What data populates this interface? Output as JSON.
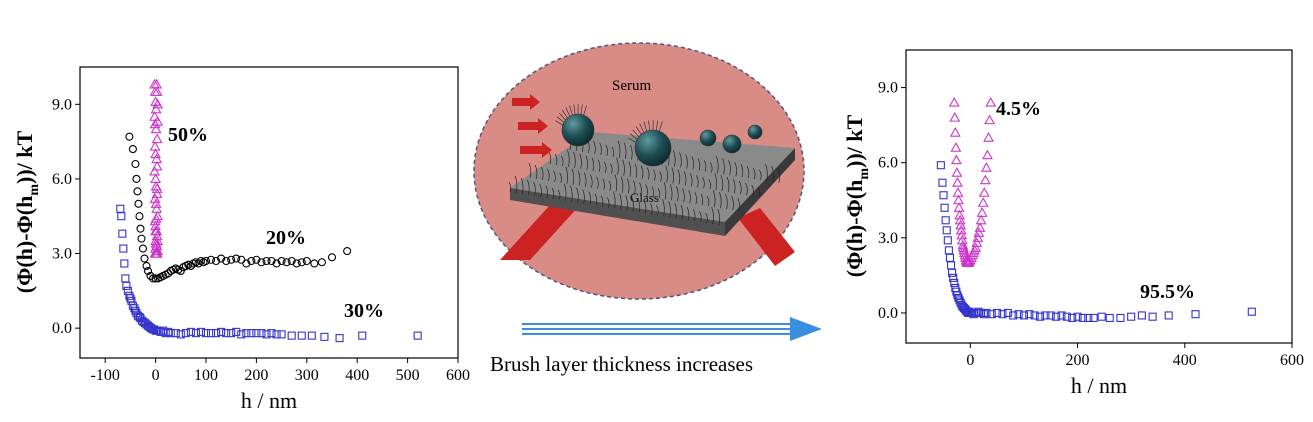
{
  "chart_data": [
    {
      "type": "scatter",
      "xlabel": "h / nm",
      "ylabel_parts": [
        "(Φ(h)-Φ(h",
        "m",
        "))/ kT"
      ],
      "xlim": [
        -150,
        600
      ],
      "ylim": [
        -1.2,
        10.5
      ],
      "xticks": [
        -100,
        0,
        100,
        200,
        300,
        400,
        500,
        600
      ],
      "xtick_labels": [
        "-100",
        "0",
        "100",
        "200",
        "300",
        "400",
        "500",
        "600"
      ],
      "yticks": [
        0,
        3,
        6,
        9
      ],
      "ytick_labels": [
        "0.0",
        "3.0",
        "6.0",
        "9.0"
      ],
      "grid": false,
      "series": [
        {
          "name": "50%",
          "marker": "triangle",
          "color": "#cc33cc",
          "x": [
            -2,
            -1,
            0,
            1,
            2,
            3,
            4,
            -2,
            -1,
            1,
            3,
            4,
            -1,
            0,
            2,
            3,
            -2,
            0,
            1,
            3,
            -1,
            1,
            2,
            4,
            -1,
            0,
            2,
            3,
            0,
            1,
            2,
            3,
            -1,
            1,
            3,
            4,
            0,
            2,
            4,
            0,
            1,
            3
          ],
          "y": [
            9.8,
            9.5,
            9.1,
            8.8,
            9.8,
            9.5,
            9.0,
            8.5,
            8.2,
            8.0,
            7.6,
            8.3,
            7.3,
            7.0,
            6.8,
            6.5,
            6.3,
            6.0,
            5.7,
            5.4,
            5.2,
            5.0,
            4.8,
            4.5,
            4.3,
            4.1,
            3.9,
            3.7,
            3.5,
            3.4,
            3.3,
            3.1,
            3.0,
            3.0,
            3.0,
            3.1,
            3.2,
            3.3,
            3.5,
            3.9,
            4.4,
            5.6
          ]
        },
        {
          "name": "20%",
          "marker": "circle",
          "color": "#000000",
          "x": [
            -52,
            -45,
            -40,
            -38,
            -36,
            -34,
            -32,
            -30,
            -28,
            -25,
            -22,
            -18,
            -15,
            -10,
            -5,
            0,
            5,
            10,
            15,
            20,
            25,
            30,
            35,
            40,
            45,
            50,
            55,
            60,
            65,
            70,
            75,
            80,
            85,
            90,
            95,
            100,
            110,
            120,
            130,
            140,
            150,
            160,
            170,
            180,
            190,
            200,
            210,
            220,
            230,
            240,
            250,
            260,
            270,
            280,
            290,
            300,
            315,
            330,
            350,
            380
          ],
          "y": [
            7.7,
            7.2,
            6.6,
            6.0,
            5.5,
            5.0,
            4.5,
            4.0,
            3.6,
            3.2,
            2.8,
            2.5,
            2.3,
            2.1,
            2.0,
            2.0,
            2.0,
            2.05,
            2.1,
            2.15,
            2.2,
            2.3,
            2.35,
            2.4,
            2.35,
            2.3,
            2.45,
            2.5,
            2.55,
            2.5,
            2.6,
            2.65,
            2.6,
            2.7,
            2.65,
            2.7,
            2.75,
            2.7,
            2.8,
            2.7,
            2.75,
            2.8,
            2.75,
            2.6,
            2.7,
            2.75,
            2.65,
            2.7,
            2.7,
            2.6,
            2.7,
            2.65,
            2.7,
            2.6,
            2.65,
            2.7,
            2.6,
            2.65,
            2.85,
            3.1
          ]
        },
        {
          "name": "30%",
          "marker": "square",
          "color": "#3333cc",
          "x": [
            -70,
            -68,
            -66,
            -64,
            -62,
            -60,
            -58,
            -55,
            -52,
            -50,
            -48,
            -45,
            -42,
            -40,
            -38,
            -35,
            -32,
            -30,
            -27,
            -24,
            -21,
            -18,
            -15,
            -12,
            -9,
            -6,
            -3,
            0,
            3,
            6,
            10,
            15,
            20,
            25,
            30,
            40,
            50,
            60,
            70,
            80,
            90,
            100,
            110,
            120,
            130,
            140,
            150,
            160,
            170,
            180,
            190,
            200,
            210,
            220,
            230,
            240,
            250,
            270,
            290,
            310,
            335,
            365,
            410,
            520
          ],
          "y": [
            4.8,
            4.5,
            3.8,
            3.2,
            2.6,
            2.0,
            1.7,
            1.5,
            1.3,
            1.2,
            1.1,
            0.9,
            0.8,
            0.7,
            0.6,
            0.5,
            0.45,
            0.4,
            0.3,
            0.25,
            0.2,
            0.15,
            0.1,
            0.05,
            0.0,
            -0.05,
            -0.05,
            -0.1,
            -0.1,
            -0.1,
            -0.15,
            -0.1,
            -0.2,
            -0.15,
            -0.2,
            -0.2,
            -0.25,
            -0.2,
            -0.15,
            -0.2,
            -0.15,
            -0.2,
            -0.2,
            -0.2,
            -0.15,
            -0.2,
            -0.2,
            -0.15,
            -0.25,
            -0.2,
            -0.2,
            -0.2,
            -0.2,
            -0.25,
            -0.2,
            -0.25,
            -0.25,
            -0.3,
            -0.3,
            -0.3,
            -0.35,
            -0.4,
            -0.3,
            -0.3
          ]
        }
      ],
      "annotations": [
        "50%",
        "20%",
        "30%"
      ]
    },
    {
      "type": "scatter",
      "xlabel": "h / nm",
      "ylabel_parts": [
        "(Φ(h)-Φ(h",
        "m",
        "))/ kT"
      ],
      "xlim": [
        -120,
        600
      ],
      "ylim": [
        -1.2,
        10.5
      ],
      "xticks": [
        0,
        200,
        400,
        600
      ],
      "xtick_labels": [
        "0",
        "200",
        "400",
        "600"
      ],
      "yticks": [
        0,
        3,
        6,
        9
      ],
      "ytick_labels": [
        "0.0",
        "3.0",
        "6.0",
        "9.0"
      ],
      "grid": false,
      "series": [
        {
          "name": "4.5%",
          "marker": "triangle",
          "color": "#cc33cc",
          "x": [
            -30,
            -29,
            -28,
            -27,
            -26,
            -25,
            -24,
            -23,
            -22,
            -21,
            -20,
            -19,
            -18,
            -17,
            -16,
            -15,
            -14,
            -13,
            -12,
            -11,
            -10,
            -9,
            -8,
            -7,
            -6,
            -5,
            -4,
            -3,
            -2,
            0,
            2,
            4,
            6,
            8,
            10,
            12,
            14,
            16,
            18,
            20,
            22,
            24,
            26,
            28,
            30,
            32,
            34,
            36,
            38
          ],
          "y": [
            8.4,
            7.8,
            7.2,
            6.6,
            6.1,
            5.6,
            5.2,
            4.8,
            4.5,
            4.2,
            3.9,
            3.7,
            3.5,
            3.3,
            3.1,
            2.9,
            2.7,
            2.6,
            2.5,
            2.4,
            2.3,
            2.2,
            2.1,
            2.05,
            2.0,
            2.0,
            2.0,
            2.0,
            2.05,
            2.1,
            2.2,
            2.3,
            2.4,
            2.5,
            2.6,
            2.8,
            3.0,
            3.2,
            3.4,
            3.7,
            4.0,
            4.4,
            4.8,
            5.3,
            5.8,
            6.3,
            7.0,
            7.7,
            8.4
          ]
        },
        {
          "name": "95.5%",
          "marker": "square",
          "color": "#3333cc",
          "x": [
            -55,
            -52,
            -50,
            -48,
            -46,
            -44,
            -42,
            -40,
            -38,
            -36,
            -34,
            -32,
            -30,
            -28,
            -26,
            -24,
            -22,
            -20,
            -18,
            -16,
            -14,
            -12,
            -10,
            -8,
            -6,
            -4,
            -2,
            0,
            3,
            6,
            10,
            15,
            20,
            25,
            30,
            40,
            50,
            60,
            70,
            80,
            90,
            100,
            110,
            120,
            130,
            140,
            150,
            160,
            170,
            180,
            190,
            200,
            210,
            220,
            230,
            245,
            260,
            280,
            300,
            320,
            340,
            370,
            420,
            525
          ],
          "y": [
            5.9,
            5.2,
            4.7,
            4.2,
            3.7,
            3.3,
            2.9,
            2.5,
            2.2,
            1.9,
            1.6,
            1.4,
            1.2,
            1.0,
            0.85,
            0.7,
            0.6,
            0.5,
            0.4,
            0.3,
            0.25,
            0.2,
            0.15,
            0.1,
            0.05,
            0.0,
            0.05,
            0.0,
            0.0,
            -0.05,
            0.0,
            0.05,
            0.0,
            -0.05,
            0.0,
            -0.05,
            0.0,
            -0.05,
            0.0,
            -0.1,
            -0.05,
            -0.1,
            -0.05,
            -0.1,
            -0.15,
            -0.1,
            -0.1,
            -0.15,
            -0.1,
            -0.15,
            -0.2,
            -0.15,
            -0.2,
            -0.2,
            -0.2,
            -0.15,
            -0.2,
            -0.2,
            -0.15,
            -0.1,
            -0.15,
            -0.1,
            -0.05,
            0.05
          ]
        }
      ],
      "annotations": [
        "4.5%",
        "95.5%"
      ]
    }
  ],
  "illustration": {
    "serum_label": "Serum",
    "glass_label": "Glass",
    "background_color": "#d98c86",
    "slab_color": "#707070",
    "beam_color": "#cc2222",
    "particle_color": "#1f4f55"
  },
  "arrow_caption": "Brush layer thickness increases",
  "arrow_color": "#3a8ee0"
}
